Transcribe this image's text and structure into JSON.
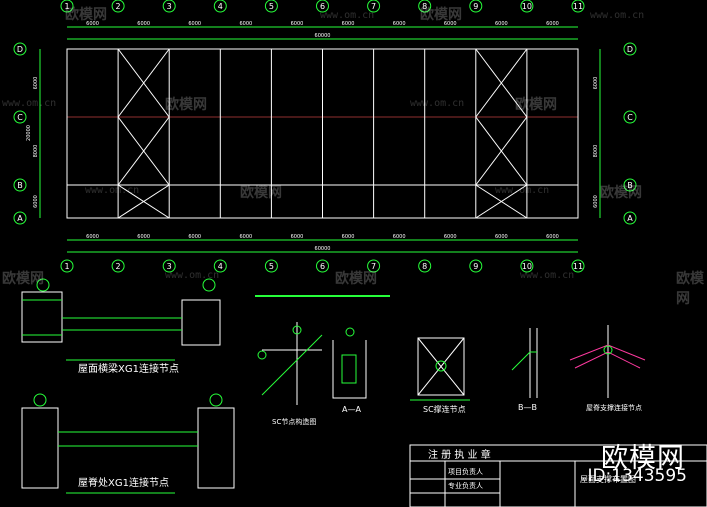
{
  "watermark": {
    "brand": "欧模网",
    "url": "www.om.cn",
    "id_label": "ID:1343595"
  },
  "plan": {
    "axis_numbers": [
      "1",
      "2",
      "3",
      "4",
      "5",
      "6",
      "7",
      "8",
      "9",
      "10",
      "11"
    ],
    "axis_letters": [
      "A",
      "B",
      "C",
      "D"
    ],
    "bay_dims": [
      "6000",
      "6000",
      "6000",
      "6000",
      "6000",
      "6000",
      "6000",
      "6000",
      "6000",
      "6000"
    ],
    "total_dim": "60000",
    "side_dims": [
      "6000",
      "8000",
      "6000"
    ],
    "side_total": "20000"
  },
  "details": {
    "caption_1": "屋面横梁XG1连接节点",
    "caption_2": "屋脊处XG1连接节点",
    "caption_sc_plan": "SC节点构造图",
    "caption_aa": "A—A",
    "caption_sc_node": "SC撑连节点",
    "caption_bb": "B—B",
    "caption_roof_node": "屋脊支撑连接节点"
  },
  "title_block": {
    "header": "注 册 执 业 章",
    "row_1": "项目负责人",
    "row_2": "专业负责人",
    "drawing_name": "屋面支撑布置图"
  },
  "colors": {
    "background": "#000000",
    "steel": "#ffffff",
    "dimension": "#26ff3a",
    "axis_circle": "#26ff3a",
    "accent": "#ff3aa0"
  }
}
